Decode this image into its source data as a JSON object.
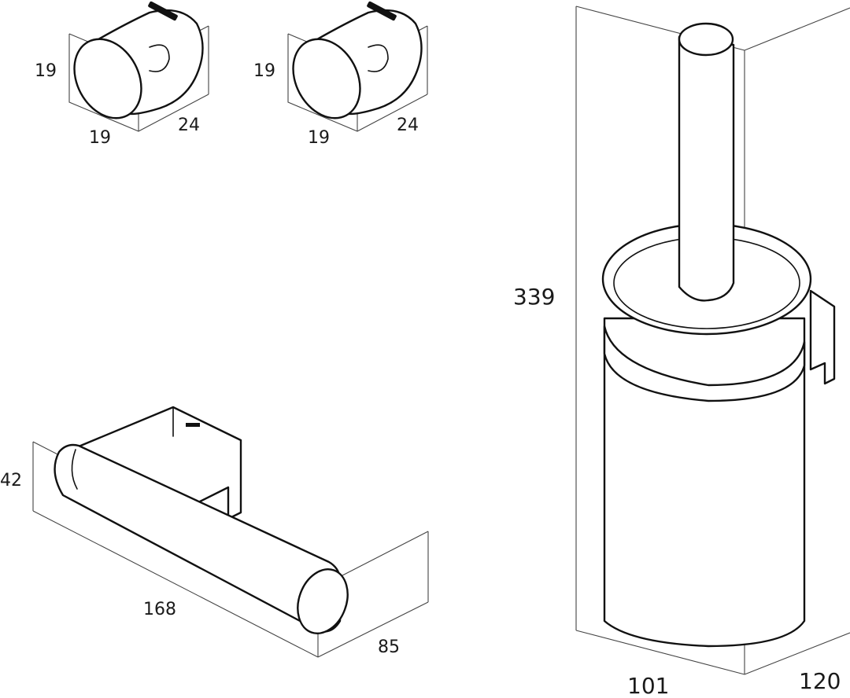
{
  "products": {
    "hook_left": {
      "height": "19",
      "width": "19",
      "depth": "24"
    },
    "hook_right": {
      "height": "19",
      "width": "19",
      "depth": "24"
    },
    "paper_holder": {
      "height": "42",
      "width": "168",
      "depth": "85"
    },
    "toilet_brush": {
      "height": "339",
      "width": "101",
      "depth": "120"
    }
  },
  "colors": {
    "line": "#111111",
    "background": "#ffffff",
    "box_line": "#444444"
  }
}
